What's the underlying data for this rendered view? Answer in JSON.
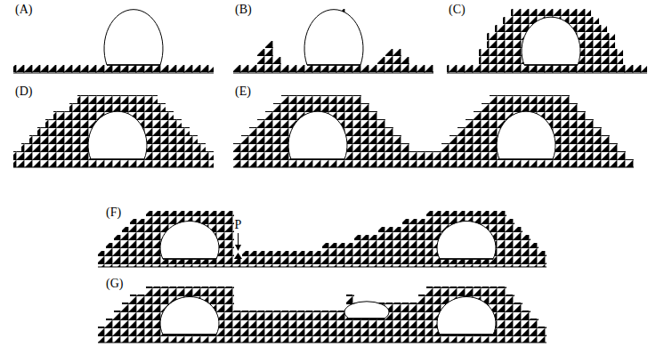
{
  "diagram": {
    "labels": [
      "(A)",
      "(B)",
      "(C)",
      "(D)",
      "(E)",
      "(F)",
      "P",
      "(G)"
    ]
  }
}
